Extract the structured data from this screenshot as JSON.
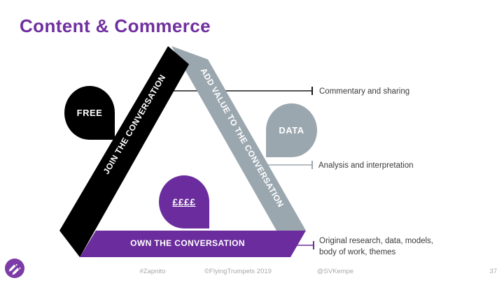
{
  "slide": {
    "title": "Content & Commerce",
    "background": "#ffffff"
  },
  "diagram": {
    "bands": [
      {
        "id": "join-the-conversation",
        "label": "JOIN THE CONVERSATION",
        "color": "#000000",
        "text_color": "#ffffff"
      },
      {
        "id": "add-value-to-the-conversation",
        "label": "ADD VALUE TO THE CONVERSATION",
        "color": "#9BA7AF",
        "text_color": "#ffffff"
      },
      {
        "id": "own-the-conversation",
        "label": "OWN THE CONVERSATION",
        "color": "#6B2D9E",
        "text_color": "#ffffff"
      }
    ],
    "blobs": [
      {
        "id": "free",
        "label": "FREE",
        "color": "#000000"
      },
      {
        "id": "data",
        "label": "DATA",
        "color": "#9BA7AF"
      },
      {
        "id": "money",
        "label": "££££",
        "color": "#6B2D9E"
      }
    ],
    "annotations": [
      {
        "id": "commentary",
        "color": "#1a1a1a",
        "lines": [
          "Commentary and sharing"
        ]
      },
      {
        "id": "analysis",
        "color": "#9BA7AF",
        "lines": [
          "Analysis and interpretation"
        ]
      },
      {
        "id": "research",
        "color": "#6B2D9E",
        "lines": [
          "Original research, data, models,",
          "body of work, themes"
        ]
      }
    ]
  },
  "footer": {
    "hashtag": "#Zapnito",
    "copyright": "©FlyingTrumpets 2019",
    "handle": "@SVKempe",
    "page_number": "37"
  },
  "logo": {
    "name": "flying-trumpets-logo",
    "color": "#7C3BA6"
  },
  "colors": {
    "title": "#7030A0",
    "annotation_text": "#3a3a3a",
    "footer_text": "#a8a8a8"
  }
}
